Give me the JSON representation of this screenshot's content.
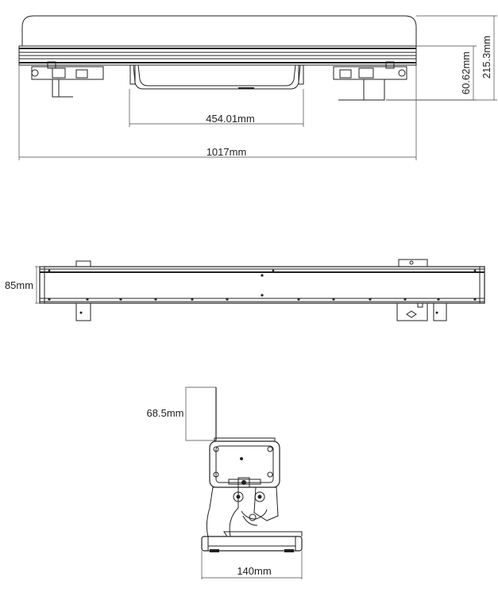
{
  "top_view": {
    "center_width": "454.01mm",
    "total_width": "1017mm",
    "mount_height": "60.62mm",
    "total_height": "215.3mm"
  },
  "front_view": {
    "depth": "85mm"
  },
  "side_view": {
    "bracket_height": "68.5mm",
    "base_width": "140mm"
  },
  "colors": {
    "line": "#222222",
    "dimension": "#444444",
    "background": "#ffffff"
  }
}
